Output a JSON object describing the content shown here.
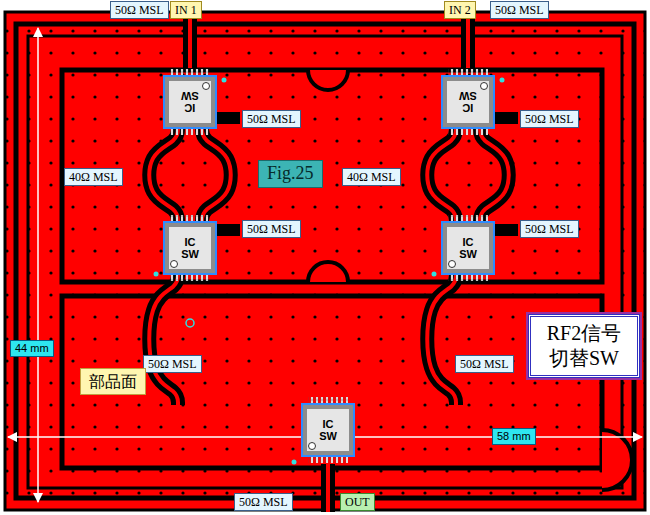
{
  "diagram": {
    "nodes": [
      {
        "text": [
          "IC SW"
        ]
      },
      {
        "text": [
          "IC SW"
        ]
      },
      {
        "text": [
          "IC SW"
        ]
      },
      {
        "text": [
          "IC SW"
        ]
      },
      {
        "text": [
          "IC SW"
        ]
      }
    ],
    "edges": [
      {
        "from": 0,
        "to": 2,
        "arrow": "none"
      },
      {
        "from": 0,
        "to": 2,
        "arrow": "none"
      },
      {
        "from": 1,
        "to": 3,
        "arrow": "none"
      },
      {
        "from": 1,
        "to": 3,
        "arrow": "none"
      },
      {
        "from": 2,
        "to": 4,
        "arrow": "none"
      },
      {
        "from": 3,
        "to": 4,
        "arrow": "none"
      }
    ],
    "labels": [
      "50Ω MSL",
      "IN 1",
      "IN 2",
      "50Ω MSL",
      "50Ω MSL",
      "50Ω MSL",
      "40Ω MSL",
      "Fig.25",
      "50Ω MSL",
      "50Ω MSL",
      "40Ω MSL",
      "50Ω MSL",
      "50Ω MSL",
      "44 mm",
      "部品面",
      "RF2信号 切替SW",
      "58 mm",
      "50Ω MSL",
      "OUT"
    ]
  }
}
